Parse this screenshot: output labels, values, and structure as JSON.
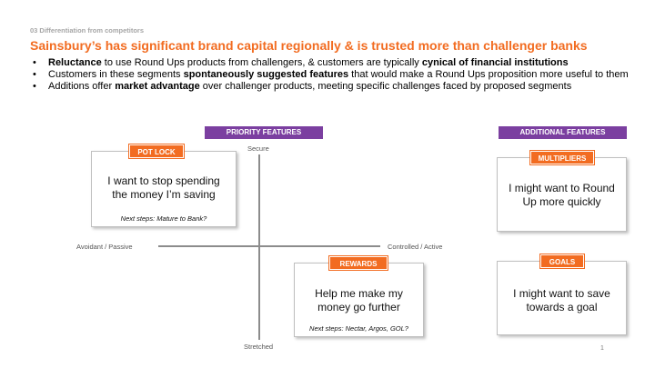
{
  "header": {
    "section_label": "03 Differentiation from competitors",
    "title": "Sainsbury’s has significant brand capital regionally & is trusted more than challenger banks"
  },
  "bullets": [
    {
      "parts": [
        {
          "text": "Reluctance",
          "bold": true
        },
        {
          "text": " to use Round Ups products from challengers, & customers are typically ",
          "bold": false
        },
        {
          "text": "cynical of financial institutions",
          "bold": true
        }
      ]
    },
    {
      "parts": [
        {
          "text": "Customers in these segments ",
          "bold": false
        },
        {
          "text": "spontaneously suggested features",
          "bold": true
        },
        {
          "text": " that would make a Round Ups proposition more useful to them",
          "bold": false
        }
      ]
    },
    {
      "parts": [
        {
          "text": "Additions offer ",
          "bold": false
        },
        {
          "text": "market advantage",
          "bold": true
        },
        {
          "text": " over challenger products, meeting specific challenges faced by proposed segments",
          "bold": false
        }
      ]
    }
  ],
  "banners": {
    "priority": "PRIORITY FEATURES",
    "additional": "ADDITIONAL FEATURES"
  },
  "axes": {
    "top": "Secure",
    "bottom": "Stretched",
    "left": "Avoidant / Passive",
    "right": "Controlled / Active"
  },
  "cards": {
    "pot_lock": {
      "tag": "POT LOCK",
      "text": "I want to stop spending the money I’m saving",
      "note": "Next steps: Mature to Bank?"
    },
    "rewards": {
      "tag": "REWARDS",
      "text": "Help me make my money go further",
      "note": "Next steps: Nectar, Argos, GOL?"
    },
    "multipliers": {
      "tag": "MULTIPLIERS",
      "text": "I might want to Round Up more quickly"
    },
    "goals": {
      "tag": "GOALS",
      "text": "I might want to save towards a goal"
    }
  },
  "colors": {
    "accent_orange": "#f26c21",
    "banner_purple": "#7b3fa0",
    "label_grey": "#a6a6a6"
  },
  "page_number": "1"
}
